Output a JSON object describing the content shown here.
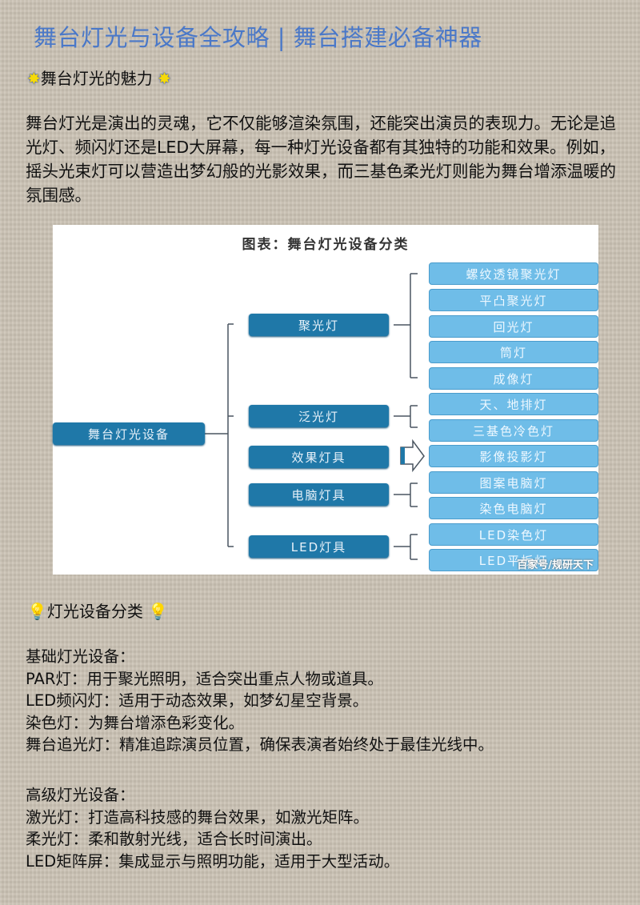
{
  "title": "舞台灯光与设备全攻略 | 舞台搭建必备神器",
  "section1": {
    "heading": "舞台灯光的魅力",
    "icon": "sparkle-star-icon",
    "paragraph": "舞台灯光是演出的灵魂，它不仅能够渲染氛围，还能突出演员的表现力。无论是追光灯、频闪灯还是LED大屏幕，每一种灯光设备都有其独特的功能和效果。例如，摇头光束灯可以营造出梦幻般的光影效果，而三基色柔光灯则能为舞台增添温暖的氛围感。"
  },
  "diagram": {
    "title": "图表：舞台灯光设备分类",
    "root": "舞台灯光设备",
    "categories": [
      "聚光灯",
      "泛光灯",
      "效果灯具",
      "电脑灯具",
      "LED灯具"
    ],
    "items": [
      "螺纹透镜聚光灯",
      "平凸聚光灯",
      "回光灯",
      "筒灯",
      "成像灯",
      "天、地排灯",
      "三基色冷色灯",
      "影像投影灯",
      "图案电脑灯",
      "染色电脑灯",
      "LED染色灯",
      "LED平板灯"
    ],
    "watermark": "百家号/规研天下",
    "colors": {
      "dark": "#1f78a8",
      "light": "#6fbde8"
    }
  },
  "section2": {
    "heading": "灯光设备分类",
    "icon": "light-bulb-icon",
    "basic": [
      "基础灯光设备：",
      "PAR灯：用于聚光照明，适合突出重点人物或道具。",
      "LED频闪灯：适用于动态效果，如梦幻星空背景。",
      "染色灯：为舞台增添色彩变化。",
      "舞台追光灯：精准追踪演员位置，确保表演者始终处于最佳光线中。"
    ],
    "advanced": [
      "高级灯光设备：",
      "激光灯：打造高科技感的舞台效果，如激光矩阵。",
      "柔光灯：柔和散射光线，适合长时间演出。",
      "LED矩阵屏：集成显示与照明功能，适用于大型活动。"
    ]
  },
  "colors": {
    "title": "#4a78c8"
  }
}
